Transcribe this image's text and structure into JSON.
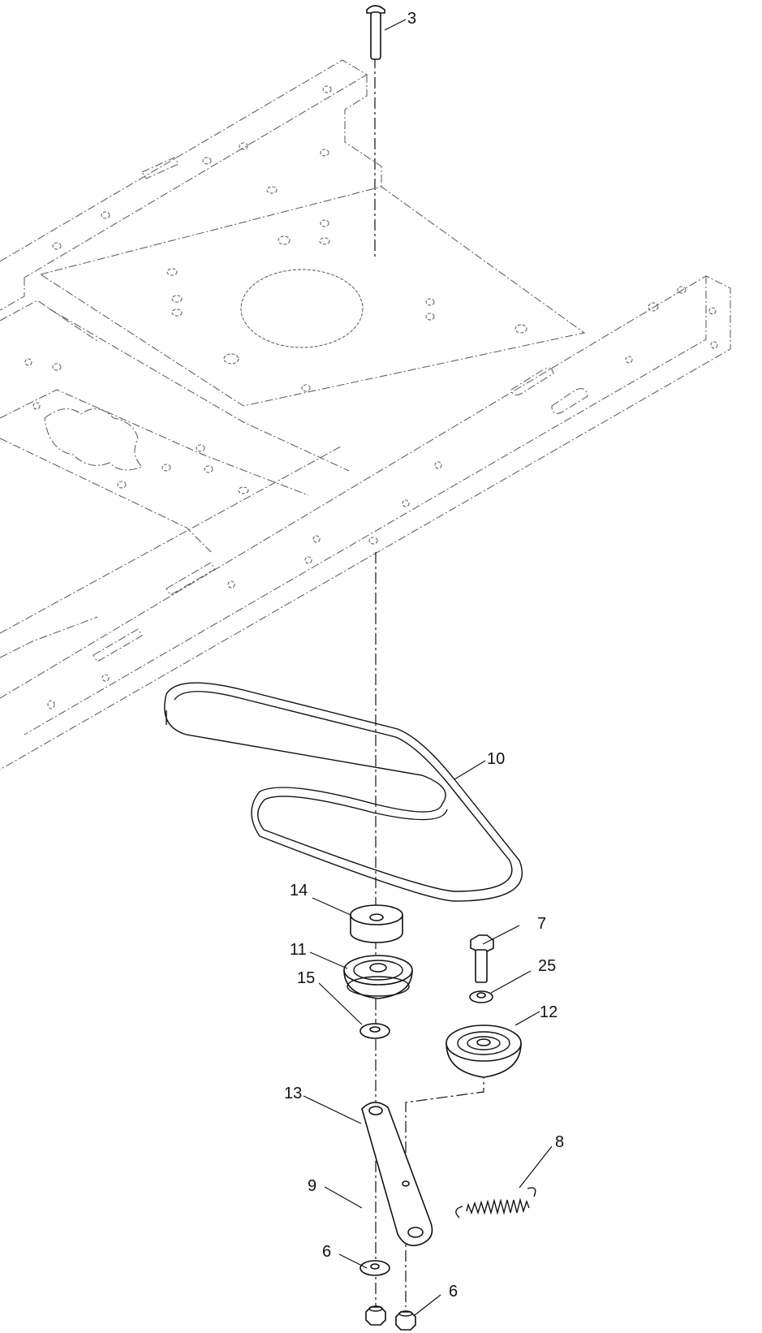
{
  "callouts": {
    "c3": "3",
    "c10": "10",
    "c14": "14",
    "c7": "7",
    "c11": "11",
    "c25": "25",
    "c15": "15",
    "c12": "12",
    "c13": "13",
    "c8": "8",
    "c9": "9",
    "c6a": "6",
    "c6b": "6"
  }
}
